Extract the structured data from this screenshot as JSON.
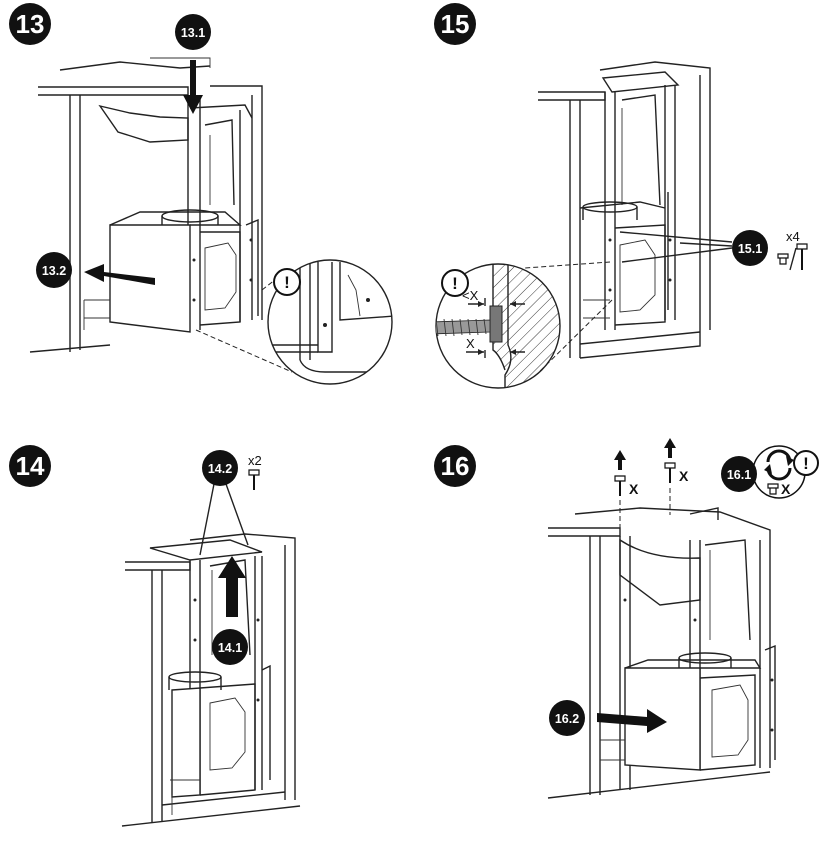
{
  "panels": [
    {
      "step": "13",
      "callouts": [
        "13.1",
        "13.2"
      ],
      "warning": "!"
    },
    {
      "step": "15",
      "callouts": [
        "15.1"
      ],
      "quantity": "x4",
      "warning": "!",
      "dimension_less": "<X",
      "dimension": "X"
    },
    {
      "step": "14",
      "callouts": [
        "14.1",
        "14.2"
      ],
      "quantity": "x2"
    },
    {
      "step": "16",
      "callouts": [
        "16.1",
        "16.2"
      ],
      "removal_labels": [
        "X",
        "X"
      ],
      "warning": "!",
      "retain_label": "X"
    }
  ],
  "icons": [
    "down-arrow-icon",
    "left-arrow-icon",
    "up-arrow-icon",
    "right-arrow-icon",
    "screw-icon",
    "nut-icon",
    "rotate-icon",
    "warning-icon"
  ]
}
